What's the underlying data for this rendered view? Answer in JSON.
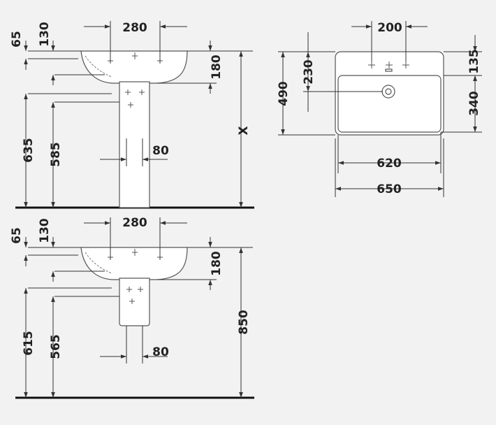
{
  "colors": {
    "background": "#f2f2f2",
    "line": "#333333",
    "floor": "#111111"
  },
  "top_view": {
    "dims": {
      "a": "65",
      "b": "130",
      "width_top": "280",
      "drop": "180",
      "h1": "635",
      "h2": "585",
      "pedestal": "80",
      "x": "X"
    }
  },
  "bottom_view": {
    "dims": {
      "a": "65",
      "b": "130",
      "width_top": "280",
      "drop": "180",
      "h1": "615",
      "h2": "565",
      "pedestal": "80",
      "height": "850"
    }
  },
  "plan_view": {
    "dims": {
      "holes": "200",
      "depth": "490",
      "to_hole": "230",
      "back": "135",
      "front": "340",
      "inner_width": "620",
      "outer_width": "650"
    }
  }
}
